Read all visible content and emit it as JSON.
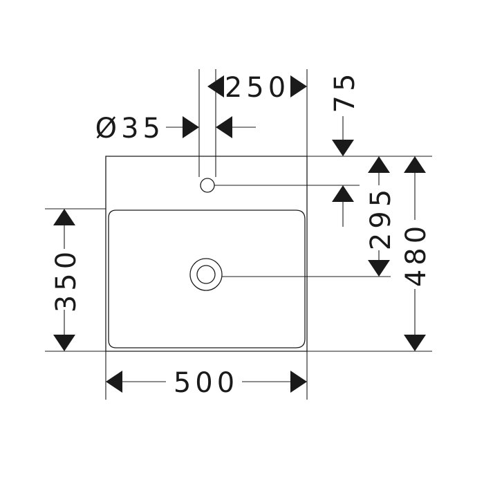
{
  "dimensions": {
    "width_total": "500",
    "tap_offset": "250",
    "tap_hole_diameter": "35",
    "tap_hole_symbol": "Ø",
    "back_rim": "75",
    "tap_to_drain": "295",
    "depth_total": "480",
    "drain_height": "350"
  }
}
